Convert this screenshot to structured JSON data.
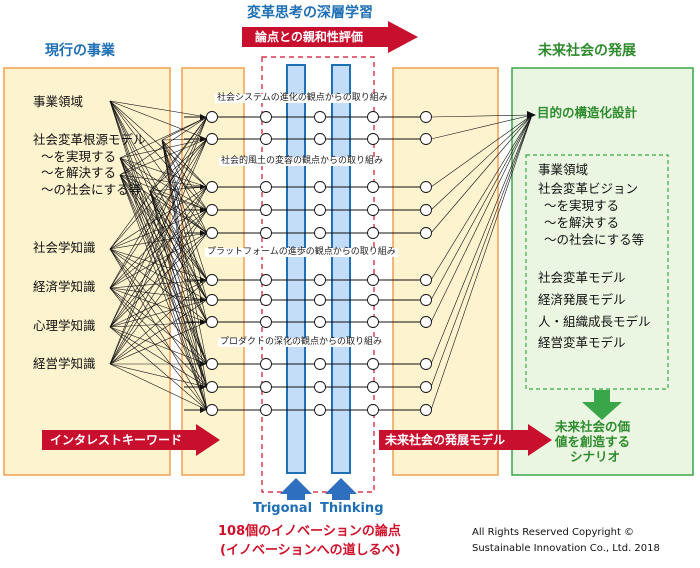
{
  "title": "変革思考の深層学習",
  "subtitle_arrow": "論点との親和性評価",
  "left_header": "現行の事業",
  "right_header": "未来社会の発展",
  "left_items": [
    "事業領域",
    "社会変革根源モデル",
    "～を実現する",
    "～を解決する",
    "～の社会にする等",
    "社会学知識",
    "経済学知識",
    "心理学知識",
    "経営学知識"
  ],
  "sections": [
    "社会システムの進化の観点からの取り組み",
    "社会的風土の変容の観点からの取り組み",
    "プラットフォームの進歩の観点からの取り組み",
    "プロダクトの深化の観点からの取り組み"
  ],
  "left_arrow_label": "インタレストキーワード",
  "right_arrow_label": "未来社会の発展モデル",
  "right_top_label": "目的の構造化設計",
  "right_items": [
    "事業領域",
    "社会変革ビジョン",
    "～を実現する",
    "～を解決する",
    "～の社会にする等",
    "社会変革モデル",
    "経済発展モデル",
    "人・組織成長モデル",
    "経営変革モデル"
  ],
  "right_bottom_lines": [
    "未来社会の価",
    "値を創造する",
    "シナリオ"
  ],
  "trigonal_words": [
    "Trigonal",
    "Thinking"
  ],
  "bottom_title_lines": [
    "108個のイノベーションの論点",
    "(イノベーションへの道しるべ)"
  ],
  "copyright_lines": [
    "All Rights Reserved  Copyright  ©",
    "Sustainable  Innovation  Co.,  Ltd.  2018"
  ],
  "colors": {
    "panel_fill": "#fdf3cf",
    "panel_stroke": "#f0a050",
    "green_fill": "#eaf6e2",
    "green_stroke": "#3aa64a",
    "blue_bar_fill": "#c3dcf7",
    "blue_bar_stroke": "#1f6fb5",
    "red_arrow": "#c8102e",
    "blue_arrow": "#2f6fc0"
  }
}
